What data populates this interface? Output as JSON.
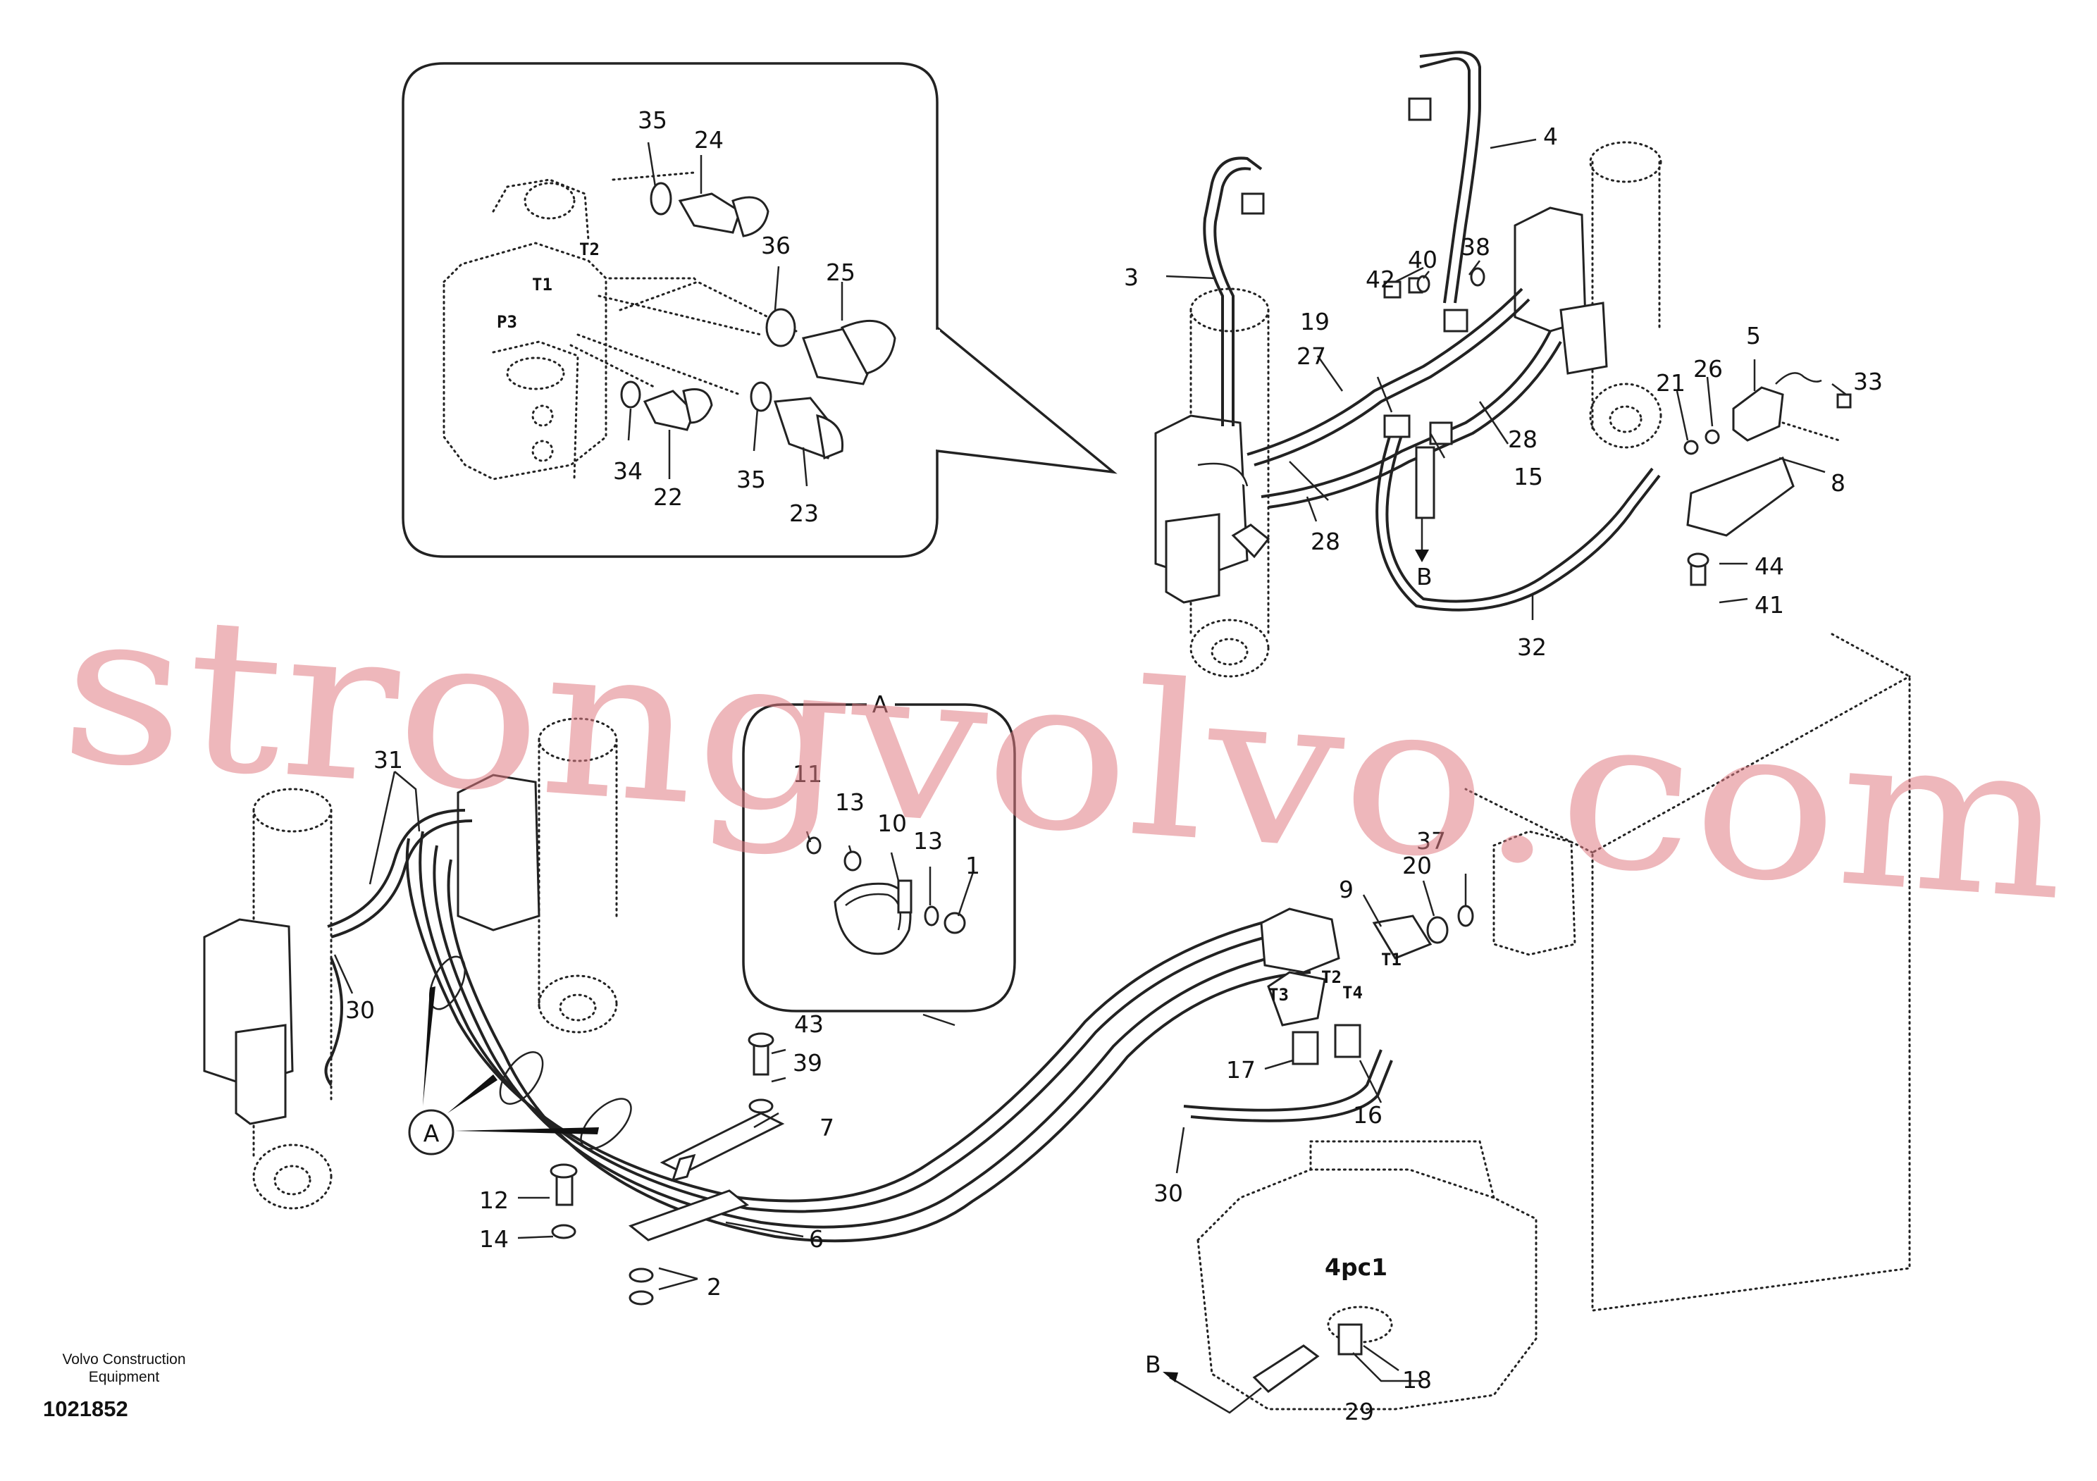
{
  "watermark": "strongvolvo.com",
  "footer": {
    "company_line1": "Volvo Construction",
    "company_line2": "Equipment",
    "drawing_number": "1021852"
  },
  "detail_views": {
    "top_inset_ports": [
      "T2",
      "T1",
      "P3"
    ],
    "view_a_title": "A",
    "view_a_marker": "A",
    "valve_ports": [
      "T1",
      "T2",
      "T3",
      "T4"
    ],
    "pilot_block": "4pc1",
    "arrow_b": "B"
  },
  "callouts": [
    "1",
    "2",
    "3",
    "4",
    "5",
    "6",
    "7",
    "8",
    "9",
    "10",
    "11",
    "12",
    "13",
    "14",
    "15",
    "16",
    "17",
    "18",
    "19",
    "20",
    "21",
    "22",
    "23",
    "24",
    "25",
    "26",
    "27",
    "28",
    "29",
    "30",
    "31",
    "32",
    "33",
    "34",
    "35",
    "36",
    "37",
    "38",
    "39",
    "40",
    "41",
    "42",
    "43",
    "44"
  ],
  "colors": {
    "line": "#222222",
    "watermark": "#e07b84",
    "background": "#ffffff"
  }
}
